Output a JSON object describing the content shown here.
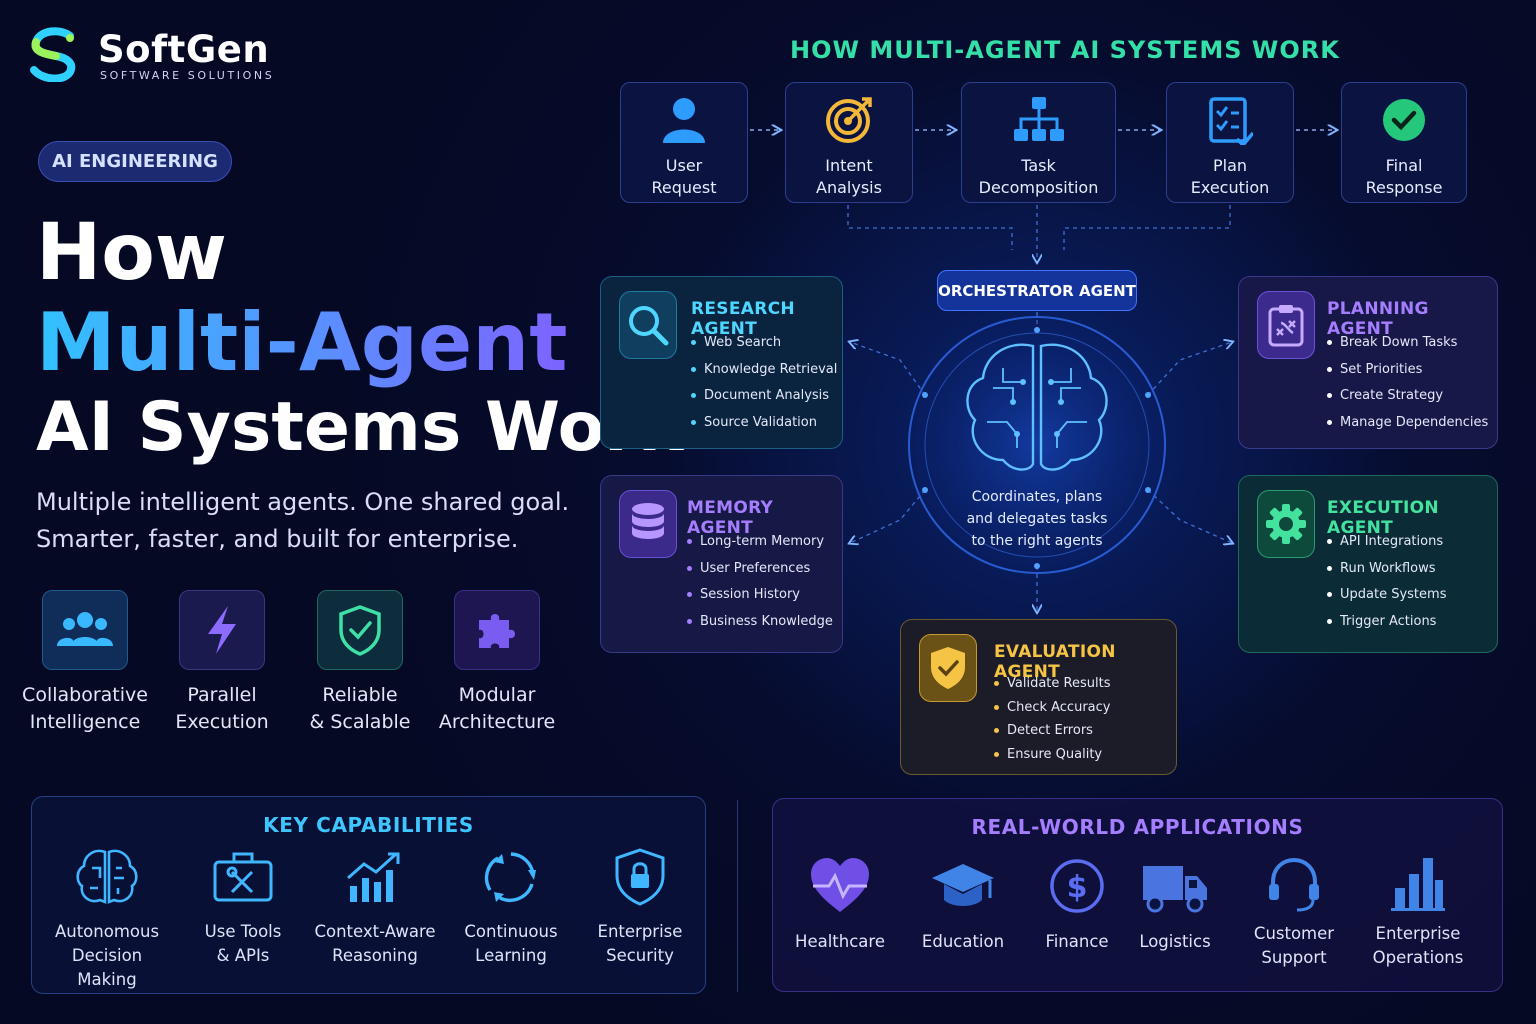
{
  "brand": {
    "name": "SoftGen",
    "tagline": "SOFTWARE SOLUTIONS"
  },
  "pill": "AI ENGINEERING",
  "headline": {
    "line1": "How",
    "line2": "Multi-Agent",
    "line3": "AI Systems Work"
  },
  "subtitle": {
    "line1": "Multiple intelligent agents. One shared goal.",
    "line2": "Smarter, faster, and built for enterprise."
  },
  "features": [
    {
      "l1": "Collaborative",
      "l2": "Intelligence",
      "icon": "users-icon",
      "color": "#38b8ff"
    },
    {
      "l1": "Parallel",
      "l2": "Execution",
      "icon": "lightning-icon",
      "color": "#8b6cff"
    },
    {
      "l1": "Reliable",
      "l2": "& Scalable",
      "icon": "shield-check-icon",
      "color": "#3fe0a6"
    },
    {
      "l1": "Modular",
      "l2": "Architecture",
      "icon": "puzzle-icon",
      "color": "#8a5cff"
    }
  ],
  "flow": {
    "title": "HOW MULTI-AGENT AI SYSTEMS WORK",
    "steps": [
      {
        "l1": "User",
        "l2": "Request",
        "icon": "user-icon"
      },
      {
        "l1": "Intent",
        "l2": "Analysis",
        "icon": "target-icon"
      },
      {
        "l1": "Task",
        "l2": "Decomposition",
        "icon": "hierarchy-icon"
      },
      {
        "l1": "Plan",
        "l2": "Execution",
        "icon": "checklist-icon"
      },
      {
        "l1": "Final",
        "l2": "Response",
        "icon": "check-circle-icon"
      }
    ]
  },
  "orchestrator": {
    "title": "ORCHESTRATOR AGENT",
    "d1": "Coordinates, plans",
    "d2": "and delegates tasks",
    "d3": "to the right agents"
  },
  "agents": {
    "research": {
      "title": "RESEARCH AGENT",
      "items": [
        "Web Search",
        "Knowledge Retrieval",
        "Document Analysis",
        "Source Validation"
      ],
      "color": "#4fd6ff"
    },
    "memory": {
      "title": "MEMORY AGENT",
      "items": [
        "Long-term Memory",
        "User Preferences",
        "Session History",
        "Business Knowledge"
      ],
      "color": "#a57dff"
    },
    "planning": {
      "title": "PLANNING AGENT",
      "items": [
        "Break Down Tasks",
        "Set Priorities",
        "Create Strategy",
        "Manage Dependencies"
      ],
      "color": "#a57dff"
    },
    "execution": {
      "title": "EXECUTION AGENT",
      "items": [
        "API Integrations",
        "Run Workflows",
        "Update Systems",
        "Trigger Actions"
      ],
      "color": "#43e39f"
    },
    "evaluation": {
      "title": "EVALUATION AGENT",
      "items": [
        "Validate Results",
        "Check Accuracy",
        "Detect Errors",
        "Ensure Quality"
      ],
      "color": "#f6c445"
    }
  },
  "capabilities": {
    "title": "KEY CAPABILITIES",
    "items": [
      {
        "l1": "Autonomous",
        "l2": "Decision Making",
        "icon": "brain-icon"
      },
      {
        "l1": "Use Tools",
        "l2": "& APIs",
        "icon": "toolbox-icon"
      },
      {
        "l1": "Context-Aware",
        "l2": "Reasoning",
        "icon": "growth-chart-icon"
      },
      {
        "l1": "Continuous",
        "l2": "Learning",
        "icon": "cycle-icon"
      },
      {
        "l1": "Enterprise",
        "l2": "Security",
        "icon": "lock-shield-icon"
      }
    ]
  },
  "applications": {
    "title": "REAL-WORLD APPLICATIONS",
    "items": [
      {
        "l1": "Healthcare",
        "l2": "",
        "icon": "heart-pulse-icon"
      },
      {
        "l1": "Education",
        "l2": "",
        "icon": "graduation-cap-icon"
      },
      {
        "l1": "Finance",
        "l2": "",
        "icon": "dollar-coin-icon"
      },
      {
        "l1": "Logistics",
        "l2": "",
        "icon": "truck-icon"
      },
      {
        "l1": "Customer",
        "l2": "Support",
        "icon": "headset-icon"
      },
      {
        "l1": "Enterprise",
        "l2": "Operations",
        "icon": "bar-chart-icon"
      }
    ]
  }
}
